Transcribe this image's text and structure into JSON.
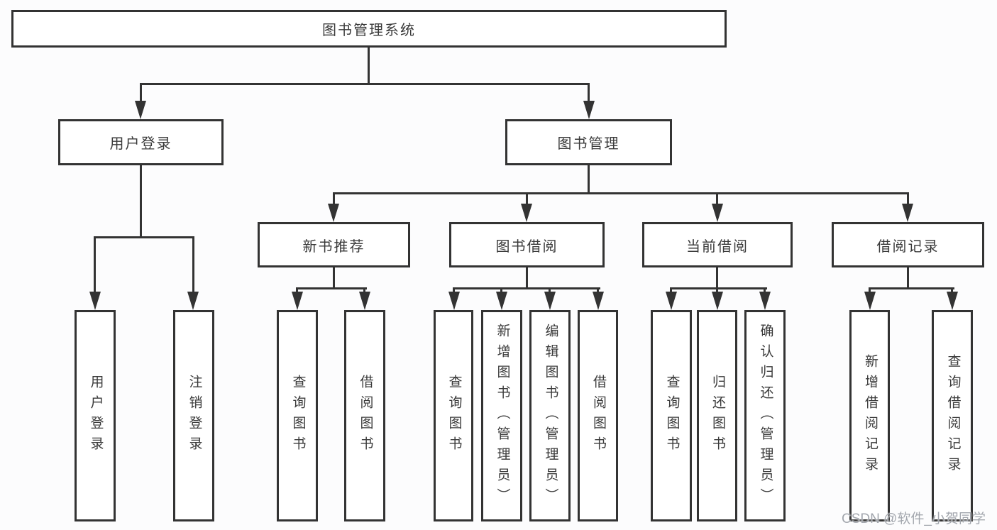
{
  "diagram": {
    "root": "图书管理系统",
    "children": [
      {
        "label": "用户登录",
        "children": [
          "用户登录",
          "注销登录"
        ]
      },
      {
        "label": "图书管理",
        "children": [
          {
            "label": "新书推荐",
            "children": [
              "查询图书",
              "借阅图书"
            ]
          },
          {
            "label": "图书借阅",
            "children": [
              "查询图书",
              "新增图书（管理员）",
              "编辑图书（管理员）",
              "借阅图书"
            ]
          },
          {
            "label": "当前借阅",
            "children": [
              "查询图书",
              "归还图书",
              "确认归还（管理员）"
            ]
          },
          {
            "label": "借阅记录",
            "children": [
              "新增借阅记录",
              "查询借阅记录"
            ]
          }
        ]
      }
    ]
  },
  "watermark": {
    "text": "CSDN @软件_小贺同学"
  },
  "colors": {
    "line": "#333333",
    "text": "#3a3a3a",
    "background": "#fcfcfd",
    "watermark": "#a2a6ad"
  }
}
